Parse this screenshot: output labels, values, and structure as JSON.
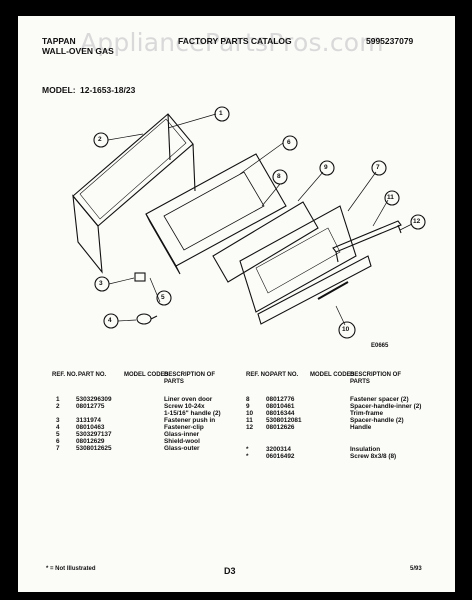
{
  "watermark": "AppliancePartsPros.com",
  "header": {
    "brand": "TAPPAN",
    "product": "WALL-OVEN GAS",
    "catalog": "FACTORY PARTS CATALOG",
    "catalog_number": "5995237079",
    "model_label": "MODEL:",
    "model_value": "12-1653-18/23"
  },
  "diagram": {
    "callouts": [
      "1",
      "2",
      "6",
      "8",
      "9",
      "7",
      "11",
      "12",
      "3",
      "5",
      "4",
      "10"
    ],
    "figure_code": "E0665"
  },
  "table": {
    "headers": [
      "REF. NO.",
      "PART NO.",
      "MODEL CODES",
      "DESCRIPTION OF PARTS"
    ],
    "left_rows": [
      {
        "ref": "1",
        "part": "5303296309",
        "desc": "Liner oven door"
      },
      {
        "ref": "2",
        "part": "08012775",
        "desc": "Screw 10-24x"
      },
      {
        "ref": "",
        "part": "",
        "desc": "1-15/16\" handle (2)"
      },
      {
        "ref": "3",
        "part": "3131974",
        "desc": "Fastener push in"
      },
      {
        "ref": "4",
        "part": "08010463",
        "desc": "Fastener-clip"
      },
      {
        "ref": "5",
        "part": "5303297137",
        "desc": "Glass-inner"
      },
      {
        "ref": "6",
        "part": "08012629",
        "desc": "Shield-wool"
      },
      {
        "ref": "7",
        "part": "5308012625",
        "desc": "Glass-outer"
      }
    ],
    "right_rows": [
      {
        "ref": "8",
        "part": "08012776",
        "desc": "Fastener spacer (2)"
      },
      {
        "ref": "9",
        "part": "08010461",
        "desc": "Spacer-handle-inner (2)"
      },
      {
        "ref": "10",
        "part": "08016344",
        "desc": "Trim-frame"
      },
      {
        "ref": "11",
        "part": "5308012081",
        "desc": "Spacer-handle (2)"
      },
      {
        "ref": "12",
        "part": "08012626",
        "desc": "Handle"
      },
      {
        "ref": "*",
        "part": "3200314",
        "desc": "Insulation"
      },
      {
        "ref": "*",
        "part": "06016492",
        "desc": "Screw 8x3/8 (8)"
      }
    ]
  },
  "footer": {
    "note": "* = Not Illustrated",
    "page": "D3",
    "date": "5/93"
  }
}
